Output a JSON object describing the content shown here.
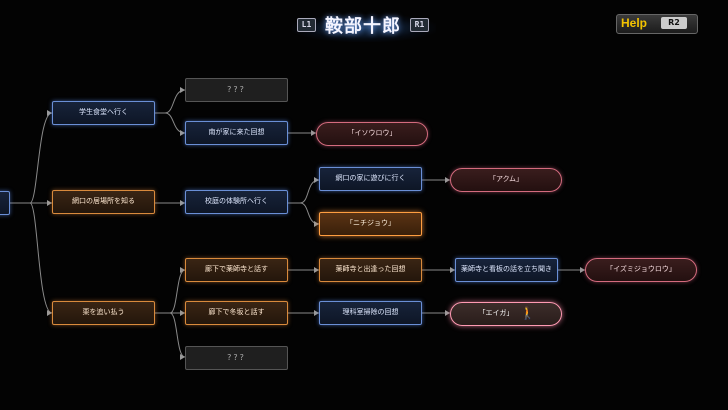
{
  "header": {
    "title": "鞍部十郎",
    "l1_label": "L1",
    "r1_label": "R1"
  },
  "help": {
    "label": "Help",
    "button": "R2"
  },
  "nodes": {
    "n_gakusei": "学生食堂へ行く",
    "n_unknown1": "???",
    "n_minami": "南が家に来た回想",
    "e_isou": "「イソウロウ」",
    "n_sekiguchi_ibasho": "網口の居場所を知る",
    "n_kousha": "校庭の体験所へ行く",
    "n_sekiguchi_ie": "網口の家に遊びに行く",
    "e_akumu": "「アクム」",
    "n_nichijou": "「ニチジョウ」",
    "n_roka_yakushiji": "廊下で薬師寺と話す",
    "n_yakushiji_deai": "薬師寺と出逢った回想",
    "n_yakushiji_kanpan": "薬師寺と看板の話を立ち聞き",
    "e_izumijouro": "「イズミジョウロウ」",
    "n_karasu": "栗を追い払う",
    "n_roka_fuyusaka": "廊下で冬坂と話す",
    "n_rika": "理科室掃除の回想",
    "e_eiga": "「エイガ」",
    "n_unknown2": "???"
  },
  "icons": {
    "walker": "walking-figure-icon"
  },
  "colors": {
    "accent_blue": "#6a8fd6",
    "accent_orange": "#d98a3c",
    "ending_pink": "#d46b7e",
    "help_yellow": "#f3c300"
  }
}
